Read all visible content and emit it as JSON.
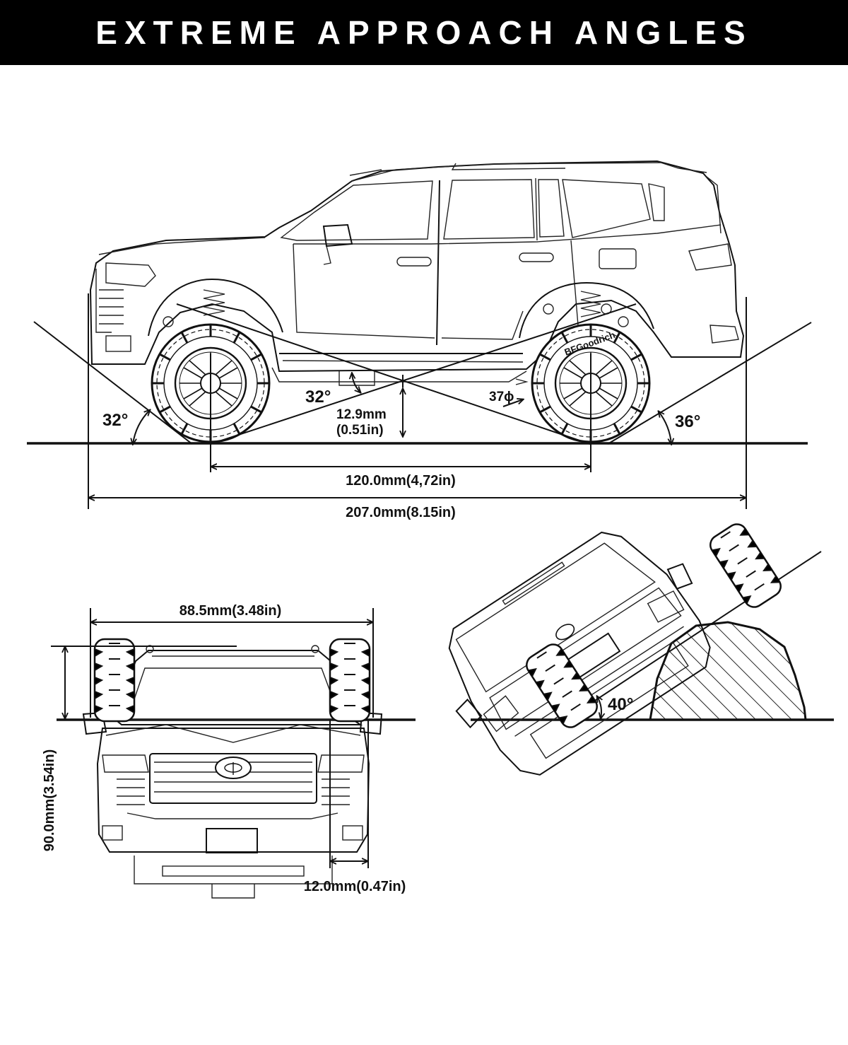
{
  "header": {
    "title": "EXTREME APPROACH ANGLES"
  },
  "side_view": {
    "approach_angle": "32°",
    "breakover_angle": "32°",
    "departure_angle": "36°",
    "ground_clearance_mm": "12.9mm",
    "ground_clearance_in": "(0.51in)",
    "rear_marker": "37ϕ",
    "wheelbase": "120.0mm(4,72in)",
    "overall_length": "207.0mm(8.15in)",
    "tire_text": "BFGoodrich"
  },
  "front_view": {
    "width": "88.5mm(3.48in)",
    "height": "90.0mm(3.54in)",
    "tire_width": "12.0mm(0.47in)"
  },
  "rear_view": {
    "tilt_angle": "40°"
  },
  "colors": {
    "banner": "#000000",
    "banner_text": "#ffffff",
    "ink": "#111111"
  }
}
